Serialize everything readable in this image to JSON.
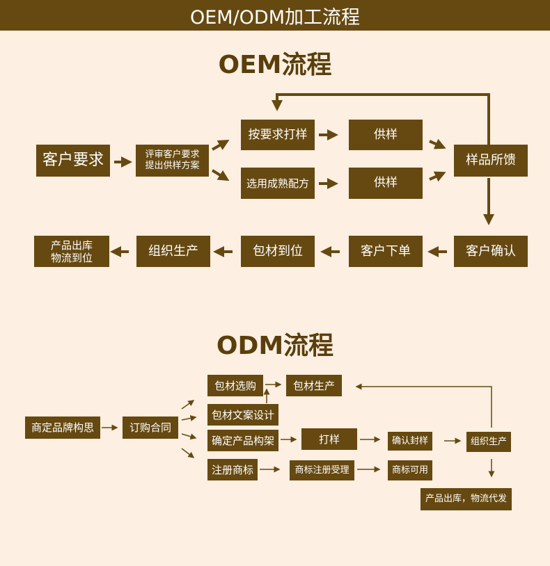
{
  "header": {
    "title": "OEM/ODM加工流程"
  },
  "oem": {
    "title": "OEM流程",
    "steps": {
      "client_request": "客户要求",
      "evaluate": "评审客户要求\n提出供样方案",
      "sample_by_request": "按要求打样",
      "choose_formula": "选用成熟配方",
      "supply_sample_1": "供样",
      "supply_sample_2": "供样",
      "feedback": "样品所馈",
      "client_confirm": "客户确认",
      "client_order": "客户下单",
      "packaging_arrival": "包材到位",
      "organize_production": "组织生产",
      "ship_out": "产品出库\n物流到位"
    }
  },
  "odm": {
    "title": "ODM流程",
    "steps": {
      "brand_concept": "商定品牌构思",
      "sign_contract": "订购合同",
      "packaging_purchase": "包材选购",
      "packaging_production": "包材生产",
      "packaging_design": "包材文案设计",
      "product_structure": "确定产品构架",
      "sampling": "打样",
      "confirm_seal": "确认封样",
      "organize_production": "组织生产",
      "trademark": "注册商标",
      "trademark_accept": "商标注册受理",
      "trademark_usable": "商标可用",
      "ship_out": "产品出库，物流代发"
    }
  }
}
